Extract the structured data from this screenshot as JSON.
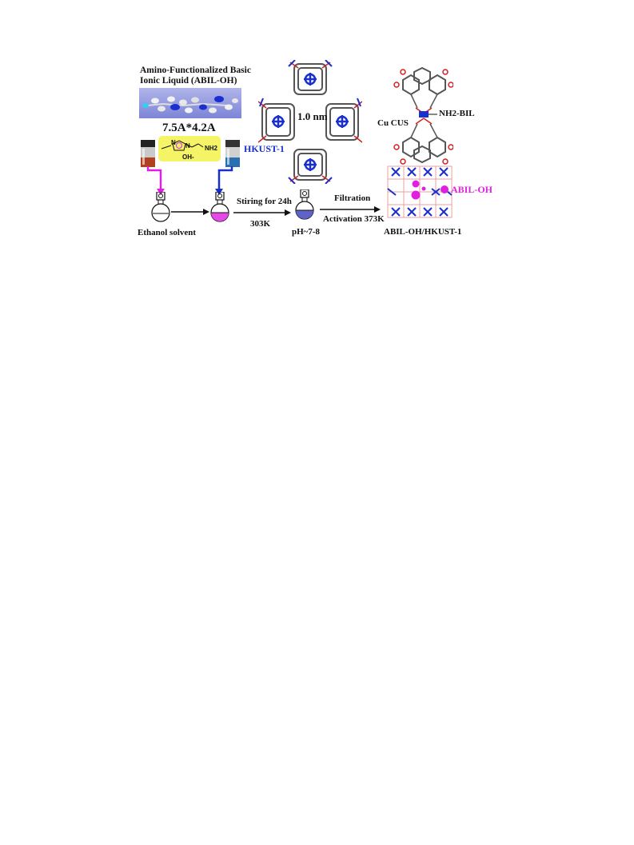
{
  "header": {
    "title_line1": "Amino-Functionalized Basic",
    "title_line2": "Ionic Liquid (ABIL-OH)"
  },
  "molecule": {
    "dimension": "7.5A*4.2A",
    "substituent_amine": "NH2",
    "counter_ion": "OH-",
    "ring_n1": "N",
    "ring_n2": "N"
  },
  "labels": {
    "hkust": "HKUST-1",
    "pore_size": "1.0 nm",
    "cu_cus": "Cu CUS",
    "nh2_bil": "NH2-BIL",
    "ethanol": "Ethanol solvent",
    "stirring": "Stiring for 24h",
    "temperature1": "303K",
    "ph": "pH~7-8",
    "filtration": "Filtration",
    "activation": "Activation 373K",
    "composite": "ABIL-OH/HKUST-1",
    "abil_oh": "ABIL-OH"
  },
  "colors": {
    "magenta": "#e020e0",
    "blue": "#1a2fd0",
    "red": "#d42020",
    "gray": "#555555",
    "highlight": "#f4f466",
    "molecule_bg": "#8f95e0"
  }
}
